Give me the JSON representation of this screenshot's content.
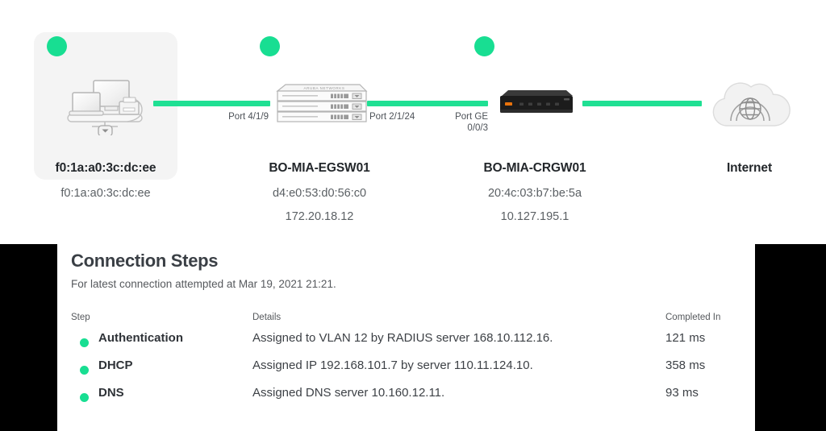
{
  "colors": {
    "status_green": "#18de92",
    "link_green": "#1fe093",
    "highlight_bg": "#f4f4f4",
    "mask_black": "#000000",
    "title_text": "#3a3f45"
  },
  "topology": {
    "nodes": [
      {
        "id": "client",
        "icon": "client-devices-icon",
        "status": "up",
        "title": "f0:1a:a0:3c:dc:ee",
        "sub1": "f0:1a:a0:3c:dc:ee",
        "sub2": "",
        "selected": true
      },
      {
        "id": "switch",
        "icon": "switch-stack-icon",
        "status": "up",
        "title": "BO-MIA-EGSW01",
        "sub1": "d4:e0:53:d0:56:c0",
        "sub2": "172.20.18.12",
        "selected": false
      },
      {
        "id": "gateway",
        "icon": "gateway-appliance-icon",
        "status": "up",
        "title": "BO-MIA-CRGW01",
        "sub1": "20:4c:03:b7:be:5a",
        "sub2": "10.127.195.1",
        "selected": false
      },
      {
        "id": "internet",
        "icon": "cloud-globe-icon",
        "status": "none",
        "title": "Internet",
        "sub1": "",
        "sub2": "",
        "selected": false
      }
    ],
    "port_labels": [
      {
        "id": "port-client-switch",
        "text": "Port 4/1/9"
      },
      {
        "id": "port-switch-uplink",
        "text": "Port 2/1/24"
      },
      {
        "id": "port-gateway-downlink",
        "text": "Port GE\n0/0/3"
      }
    ]
  },
  "panel": {
    "title": "Connection Steps",
    "subtitle": "For latest connection attempted at Mar 19, 2021 21:21.",
    "columns": {
      "step": "Step",
      "details": "Details",
      "completed_in": "Completed In"
    },
    "rows": [
      {
        "status": "ok",
        "step": "Authentication",
        "details": "Assigned to VLAN 12 by RADIUS server 168.10.112.16.",
        "completed_in": "121 ms"
      },
      {
        "status": "ok",
        "step": "DHCP",
        "details": "Assigned IP 192.168.101.7 by server 110.11.124.10.",
        "completed_in": "358 ms"
      },
      {
        "status": "ok",
        "step": "DNS",
        "details": "Assigned DNS server 10.160.12.11.",
        "completed_in": "93 ms"
      }
    ]
  }
}
